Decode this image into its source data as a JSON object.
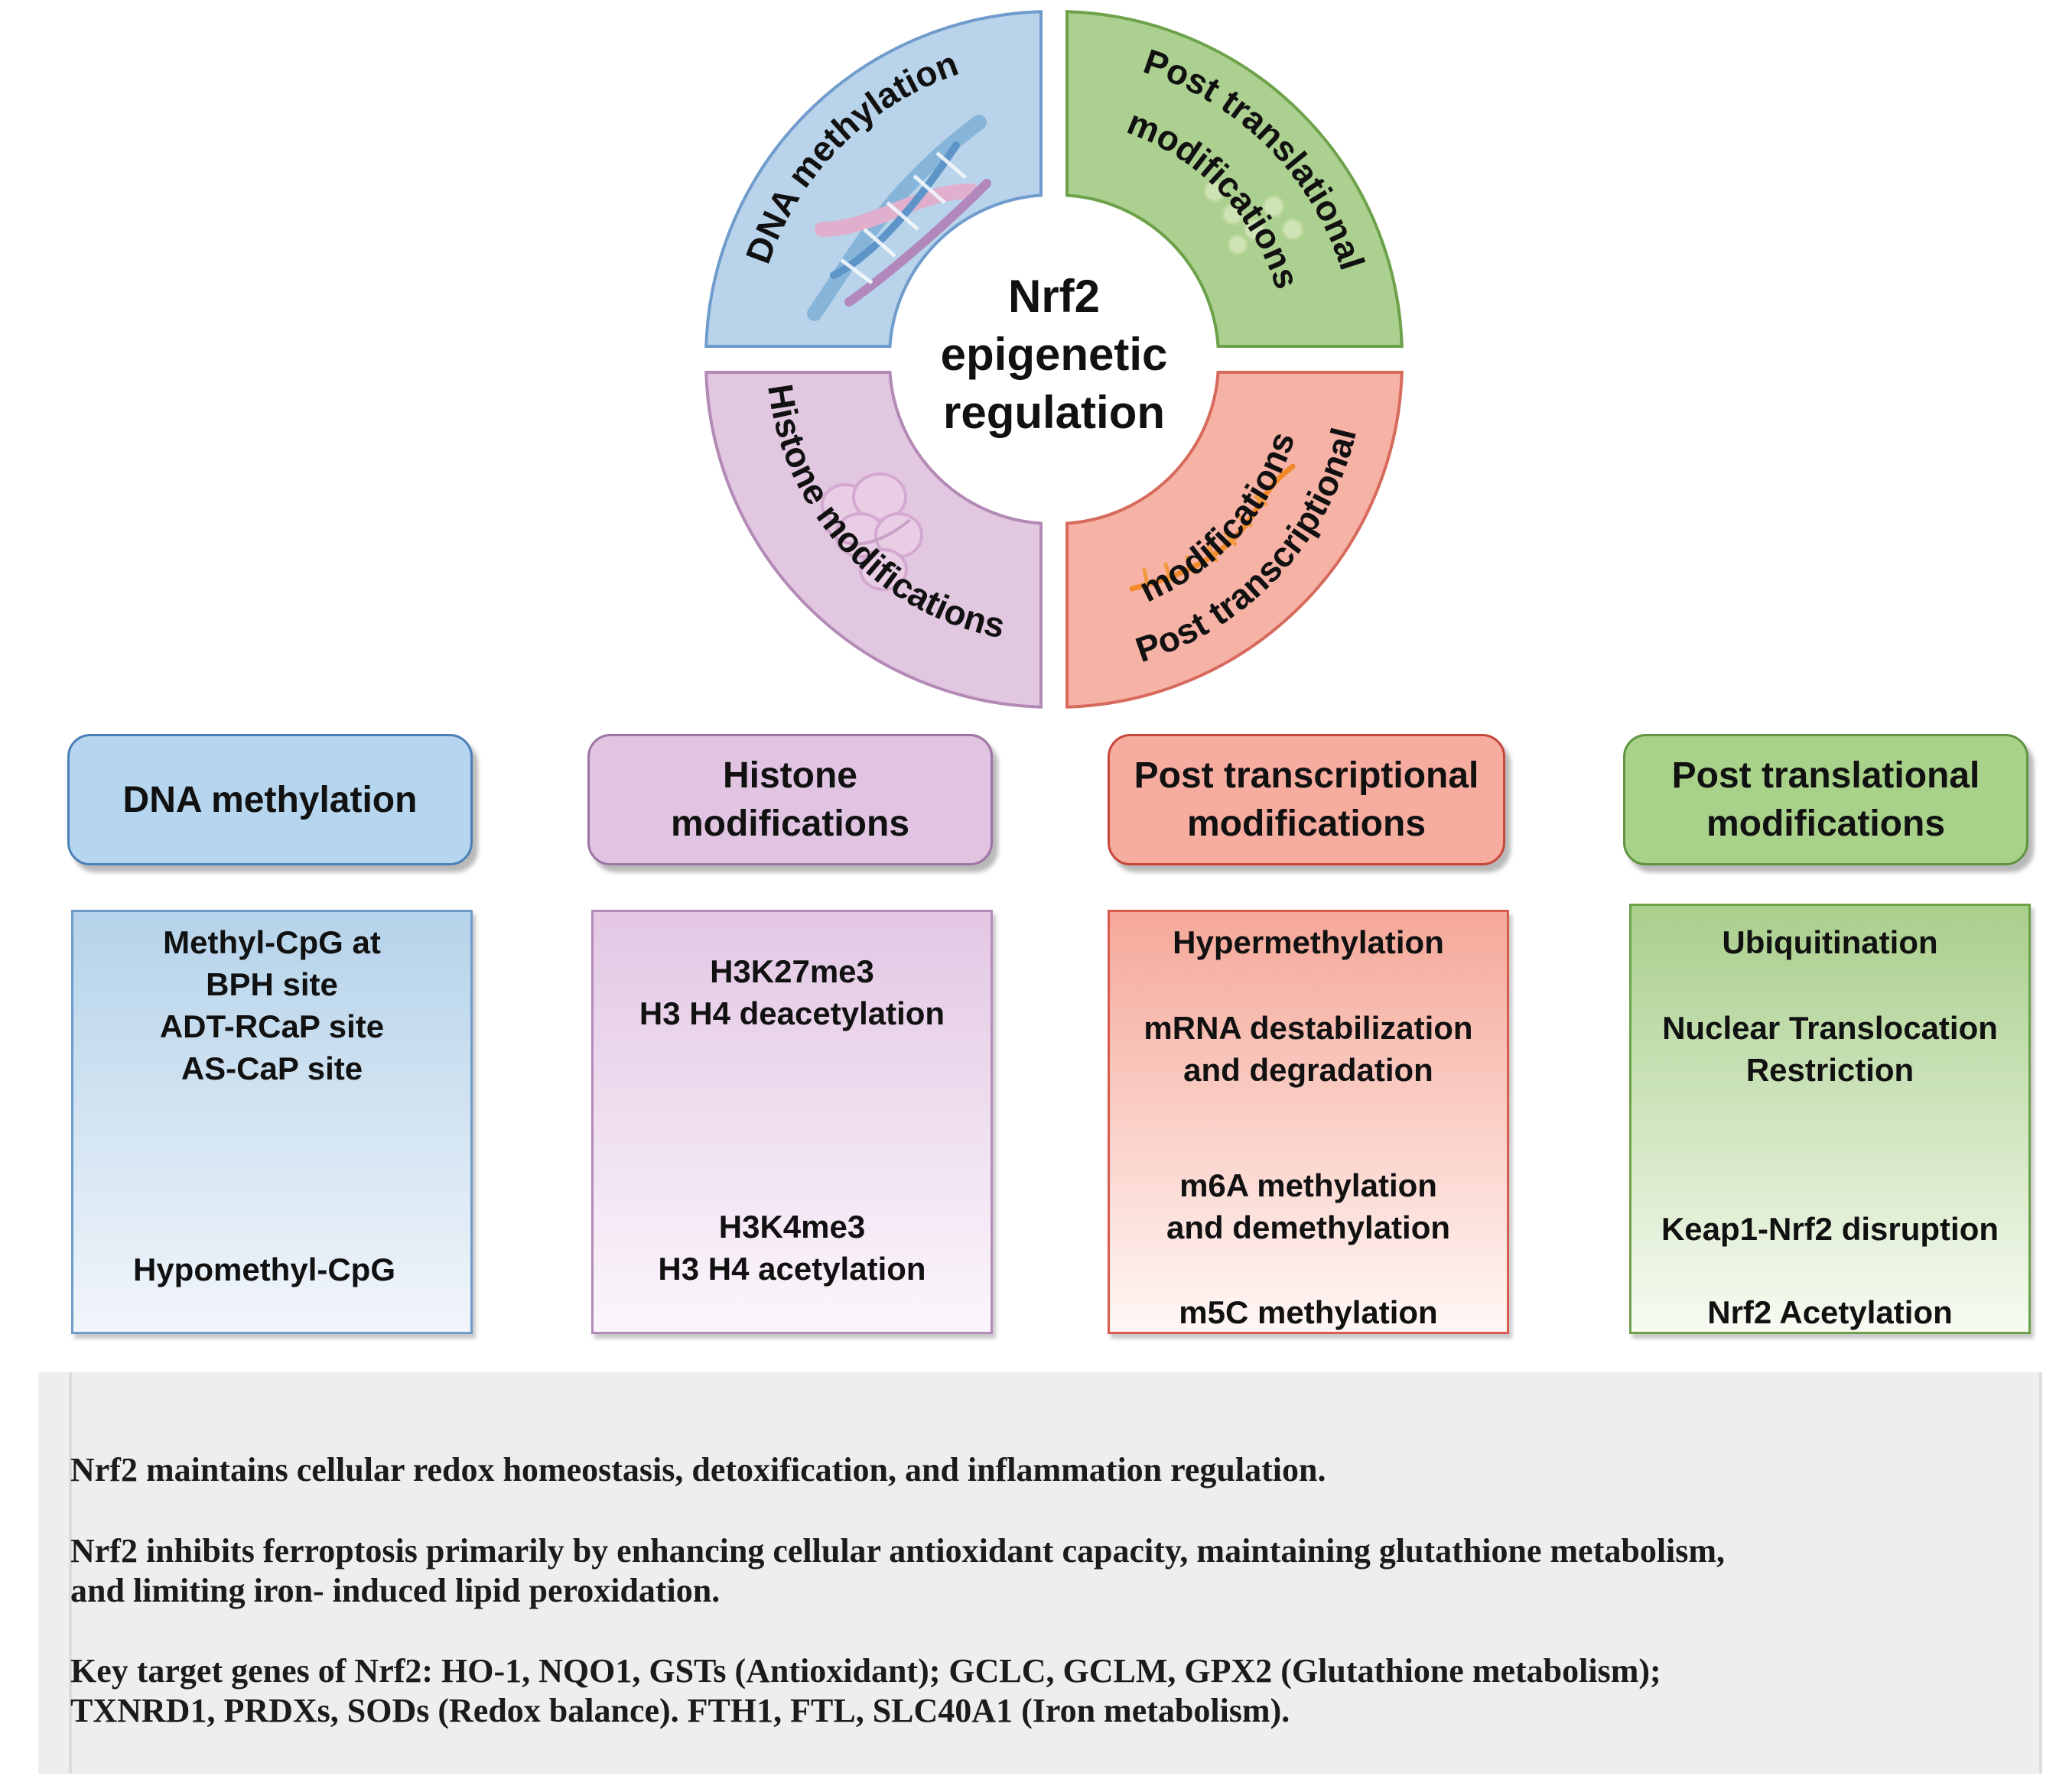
{
  "wheel": {
    "center_lines": [
      "Nrf2",
      "epigenetic",
      "regulation"
    ],
    "quadrants": [
      {
        "id": "dna",
        "label": "DNA methylation",
        "fill": "#b8d3ea",
        "stroke": "#6f9ccc",
        "text_color": "#111111"
      },
      {
        "id": "ptl",
        "label_lines": [
          "Post translational",
          "modifications"
        ],
        "fill": "#acd090",
        "stroke": "#6da24a",
        "text_color": "#111111"
      },
      {
        "id": "ptc",
        "label_lines": [
          "Post transcriptional",
          "modifications"
        ],
        "fill": "#f7b2a6",
        "stroke": "#d66a5c",
        "text_color": "#111111"
      },
      {
        "id": "his",
        "label": "Histone modifications",
        "fill": "#e2c7e0",
        "stroke": "#b28ab5",
        "text_color": "#111111"
      }
    ],
    "icons": [
      "dna-helix-icon",
      "amino-acid-chain-icon",
      "nucleosome-icon",
      "rna-strand-icon"
    ]
  },
  "categories": [
    {
      "id": "dna",
      "title_lines": [
        "DNA methylation"
      ],
      "header_fill": "#b5d6ee",
      "header_stroke": "#4b7fb7",
      "box_top": "#b5d3ea",
      "box_bottom": "#f1f5fa",
      "box_stroke": "#6e9ccb",
      "items": [
        {
          "lines": [
            "Methyl-CpG at",
            "BPH site",
            "ADT-RCaP site",
            "AS-CaP site"
          ]
        },
        {
          "lines": [
            "Hypomethyl-CpG"
          ]
        }
      ]
    },
    {
      "id": "histone",
      "title_lines": [
        "Histone",
        "modifications"
      ],
      "header_fill": "#e0c4e1",
      "header_stroke": "#9d74a3",
      "box_top": "#e3c7e4",
      "box_bottom": "#fbf6fb",
      "box_stroke": "#b48cba",
      "items": [
        {
          "lines": [
            "H3K27me3",
            "H3 H4 deacetylation"
          ]
        },
        {
          "lines": [
            "H3K4me3",
            "H3 H4 acetylation"
          ]
        }
      ]
    },
    {
      "id": "post-transcriptional",
      "title_lines": [
        "Post transcriptional",
        "modifications"
      ],
      "header_fill": "#f6ac9f",
      "header_stroke": "#c6473a",
      "box_top": "#f5a899",
      "box_bottom": "#fff7f5",
      "box_stroke": "#d95b4d",
      "items": [
        {
          "lines": [
            "Hypermethylation"
          ]
        },
        {
          "lines": [
            "mRNA destabilization",
            "and degradation"
          ]
        },
        {
          "lines": [
            "m6A methylation",
            "and demethylation"
          ]
        },
        {
          "lines": [
            "m5C methylation"
          ]
        }
      ]
    },
    {
      "id": "post-translational",
      "title_lines": [
        "Post translational",
        "modifications"
      ],
      "header_fill": "#a8d18a",
      "header_stroke": "#5f9540",
      "box_top": "#a9cf8c",
      "box_bottom": "#f7fbf2",
      "box_stroke": "#6da24a",
      "items": [
        {
          "lines": [
            "Ubiquitination"
          ]
        },
        {
          "lines": [
            "Nuclear Translocation",
            "Restriction"
          ]
        },
        {
          "lines": [
            "Keap1-Nrf2 disruption"
          ]
        },
        {
          "lines": [
            "Nrf2 Acetylation"
          ]
        }
      ]
    }
  ],
  "footer": {
    "paragraphs": [
      [
        "Nrf2 maintains cellular redox homeostasis, detoxification, and inflammation regulation."
      ],
      [
        "Nrf2 inhibits ferroptosis primarily by enhancing cellular antioxidant capacity, maintaining glutathione metabolism,",
        "and limiting iron- induced lipid peroxidation."
      ],
      [
        "Key target genes of Nrf2: HO-1, NQO1, GSTs (Antioxidant); GCLC, GCLM, GPX2 (Glutathione metabolism);",
        "TXNRD1, PRDXs, SODs (Redox balance). FTH1, FTL, SLC40A1 (Iron metabolism)."
      ]
    ]
  }
}
